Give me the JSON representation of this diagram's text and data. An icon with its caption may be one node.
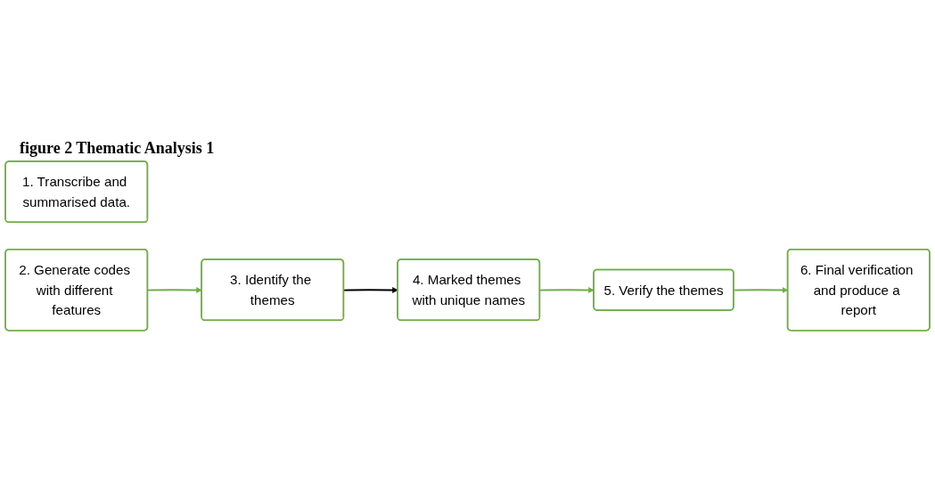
{
  "diagram": {
    "caption": "figure 2 Thematic Analysis 1",
    "nodes": [
      {
        "text": [
          "1. Transcribe and summarised data."
        ]
      },
      {
        "text": [
          "2. Generate codes with different features"
        ]
      },
      {
        "text": [
          "3. Identify the themes"
        ]
      },
      {
        "text": [
          "4. Marked themes with unique names"
        ]
      },
      {
        "text": [
          "5. Verify the themes"
        ]
      },
      {
        "text": [
          "6. Final verification and produce a report"
        ]
      }
    ],
    "edges": [
      {
        "from": 1,
        "to": 2,
        "arrow": "to"
      },
      {
        "from": 2,
        "to": 3,
        "arrow": "to",
        "color": "#000000"
      },
      {
        "from": 3,
        "to": 4,
        "arrow": "to"
      },
      {
        "from": 4,
        "to": 5,
        "arrow": "to"
      }
    ]
  }
}
